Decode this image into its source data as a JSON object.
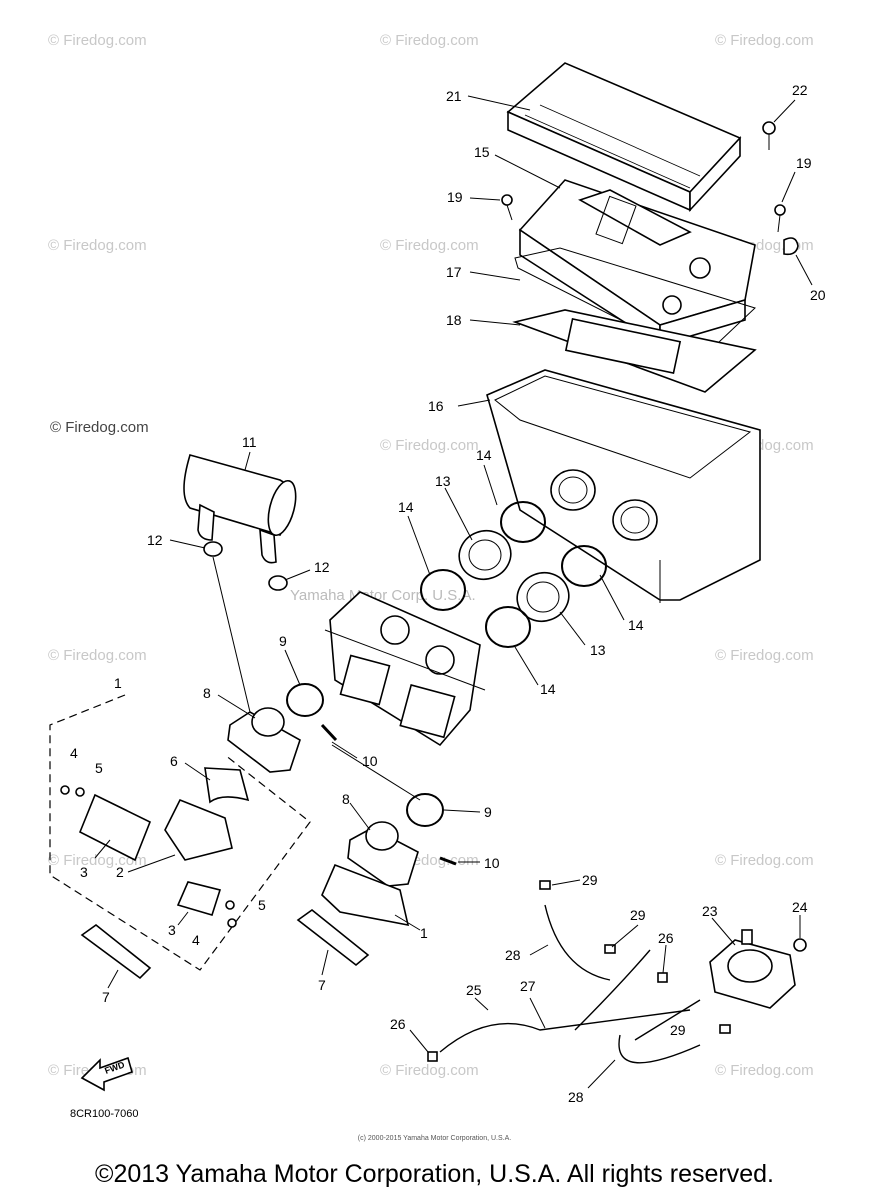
{
  "watermark": "© Firedog.com",
  "center_watermark": "Yamaha Motor Corp. U.S.A.",
  "fwd_label": "FWD",
  "drawing_code": "8CR100-7060",
  "fine_print": "(c) 2000-2015 Yamaha Motor Corporation, U.S.A.",
  "copyright": "©2013 Yamaha Motor Corporation, U.S.A. All rights reserved.",
  "callouts": [
    "1",
    "1",
    "2",
    "3",
    "3",
    "4",
    "4",
    "5",
    "5",
    "6",
    "7",
    "7",
    "8",
    "8",
    "9",
    "9",
    "10",
    "10",
    "11",
    "12",
    "12",
    "13",
    "13",
    "14",
    "14",
    "14",
    "14",
    "15",
    "16",
    "17",
    "18",
    "19",
    "19",
    "20",
    "21",
    "22",
    "23",
    "24",
    "25",
    "26",
    "26",
    "27",
    "28",
    "28",
    "29",
    "29",
    "29"
  ]
}
